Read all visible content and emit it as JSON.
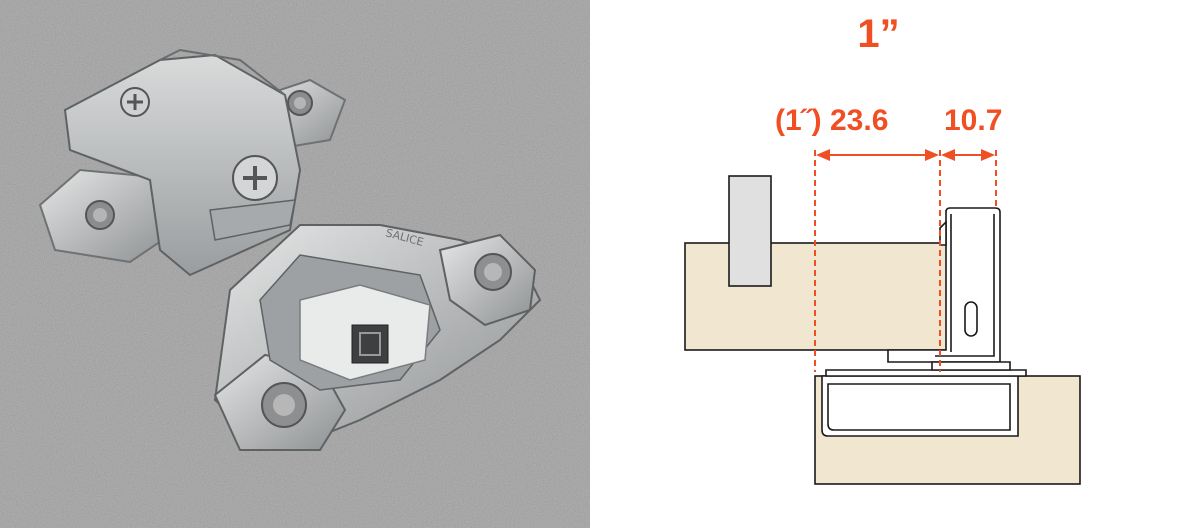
{
  "title": "1”",
  "dimensions": {
    "label_left": "(1˝) 23.6",
    "label_right": "10.7"
  },
  "hinge_stamp": "SALICE",
  "colors": {
    "accent": "#f04e23",
    "wood": "#f1e6cf",
    "outline": "#1a1a1a",
    "photo_background": "#b0b0b0",
    "metal": "#c8c9c9"
  },
  "icons": {
    "photo": "concealed-hinge-photo",
    "diagram": "hinge-cross-section-diagram"
  }
}
